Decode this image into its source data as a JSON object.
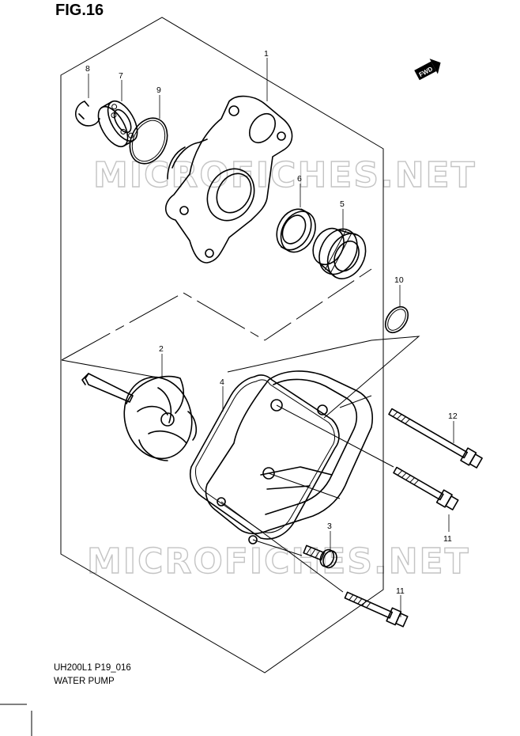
{
  "header": {
    "figure_title": "FIG.16"
  },
  "direction_badge": "FWD",
  "watermark": {
    "text": "MICROFICHES.NET"
  },
  "callouts": {
    "c1": "1",
    "c2": "2",
    "c3": "3",
    "c4": "4",
    "c5": "5",
    "c6": "6",
    "c7": "7",
    "c8": "8",
    "c9": "9",
    "c10": "10",
    "c11a": "11",
    "c11b": "11",
    "c12": "12"
  },
  "footer": {
    "model_code": "UH200L1 P19_016",
    "caption": "WATER PUMP"
  }
}
